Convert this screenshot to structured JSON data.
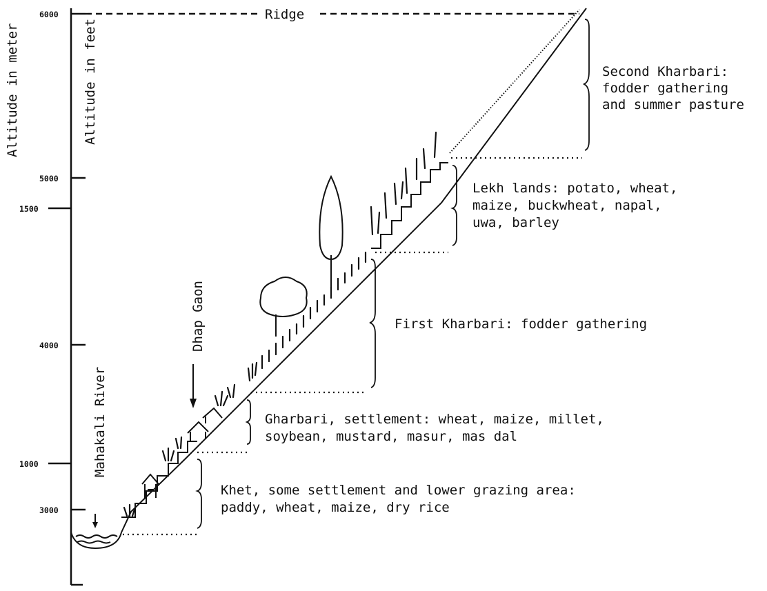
{
  "axes": {
    "meter_label": "Altitude in meter",
    "feet_label": "Altitude in feet",
    "meter_ticks": [
      "1500",
      "1000"
    ],
    "feet_ticks": [
      "6000",
      "5000",
      "4000",
      "3000"
    ]
  },
  "markers": {
    "ridge": "Ridge",
    "river": "Mahakali River",
    "village": "Dhap Gaon"
  },
  "zones": {
    "second_kharbari": [
      "Second Kharbari:",
      "fodder gathering",
      "and summer pasture"
    ],
    "lekh": [
      "Lekh lands: potato, wheat,",
      "maize, buckwheat, napal,",
      "uwa, barley"
    ],
    "first_kharbari": [
      "First Kharbari: fodder gathering"
    ],
    "gharbari": [
      "Gharbari, settlement: wheat, maize, millet,",
      "soybean, mustard, masur, mas dal"
    ],
    "khet": [
      "Khet, some settlement and lower grazing area:",
      "paddy, wheat, maize, dry rice"
    ]
  }
}
